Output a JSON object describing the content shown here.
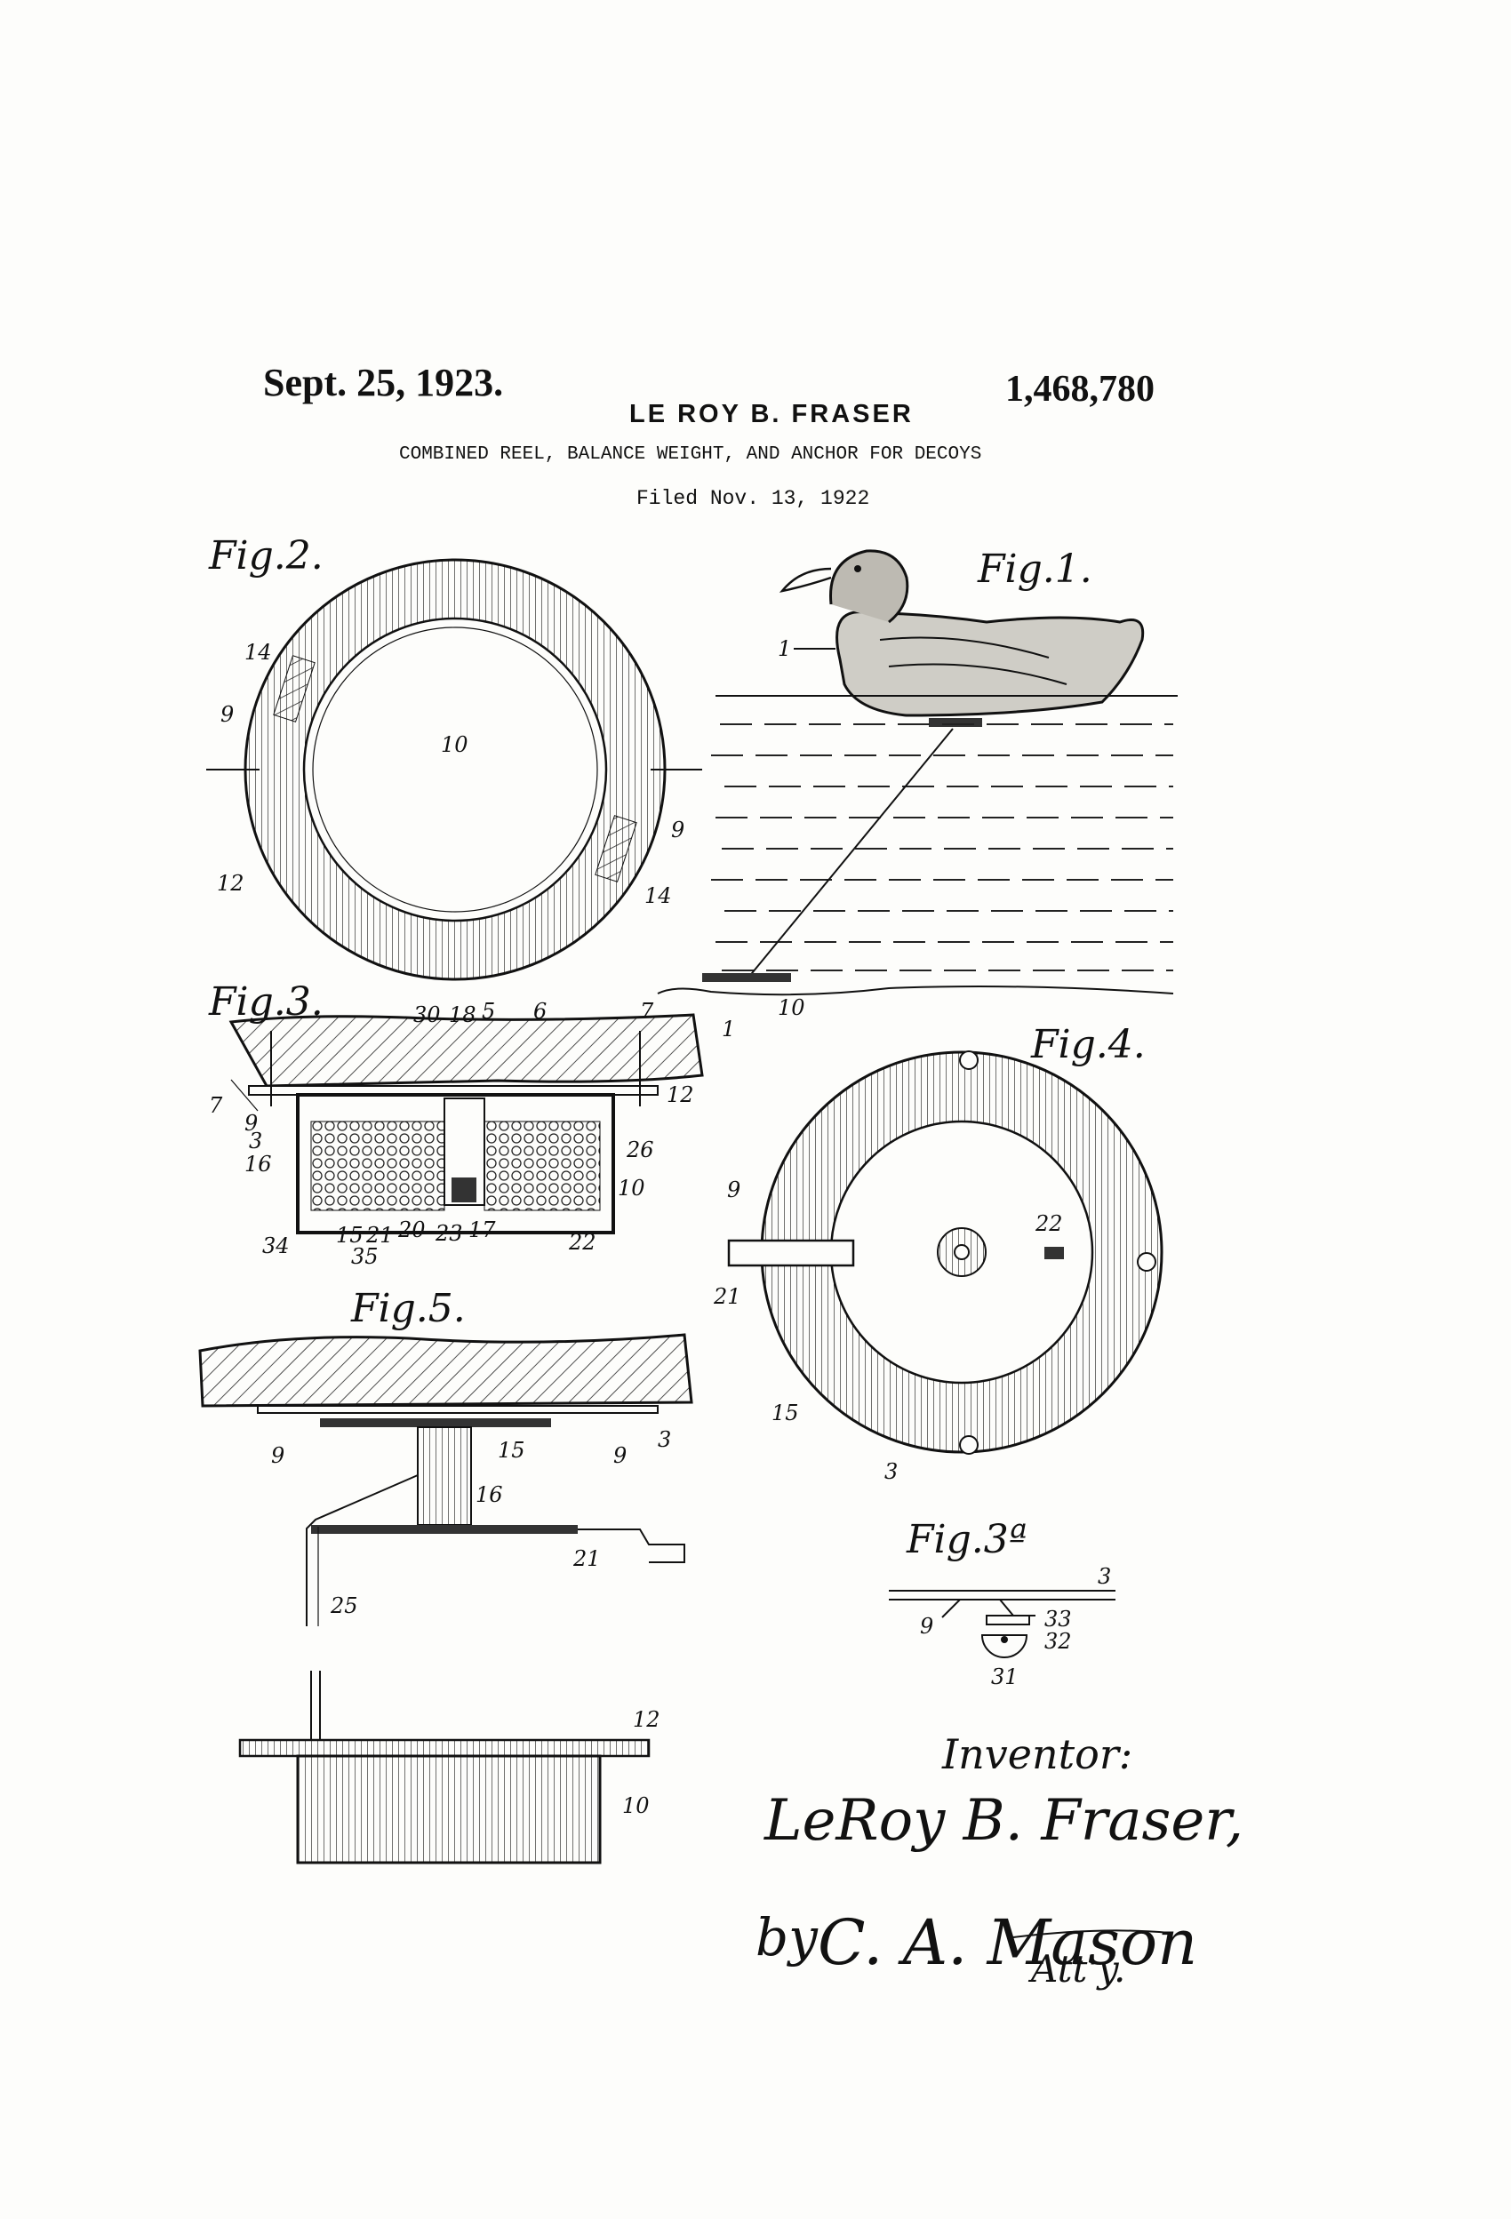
{
  "header": {
    "date": "Sept. 25, 1923.",
    "inventor": "LE ROY B. FRASER",
    "patent_number": "1,468,780",
    "title": "COMBINED REEL, BALANCE WEIGHT, AND ANCHOR FOR DECOYS",
    "filed": "Filed Nov. 13, 1922"
  },
  "figures": {
    "fig1": "Fig.1.",
    "fig2": "Fig.2.",
    "fig3": "Fig.3.",
    "fig3a": "Fig.3ª",
    "fig4": "Fig.4.",
    "fig5": "Fig.5."
  },
  "refs": {
    "fig1": [
      "1",
      "10"
    ],
    "fig2": [
      "14",
      "9",
      "10",
      "9",
      "12",
      "14"
    ],
    "fig3": [
      "30",
      "18",
      "5",
      "6",
      "7",
      "1",
      "7",
      "12",
      "9",
      "3",
      "16",
      "26",
      "10",
      "34",
      "15",
      "21",
      "20",
      "23",
      "17",
      "22",
      "35"
    ],
    "fig3a": [
      "3",
      "9",
      "33",
      "32",
      "31"
    ],
    "fig4": [
      "9",
      "22",
      "21",
      "15",
      "3"
    ],
    "fig5": [
      "9",
      "15",
      "9",
      "3",
      "16",
      "21",
      "25",
      "12",
      "10"
    ]
  },
  "signature": {
    "caption": "Inventor:",
    "name": "LeRoy B. Fraser,",
    "by": "by",
    "attorney": "C. A. Mason",
    "att_suffix": "Att'y."
  },
  "colors": {
    "ink": "#111111",
    "paper": "#fdfdfb"
  }
}
